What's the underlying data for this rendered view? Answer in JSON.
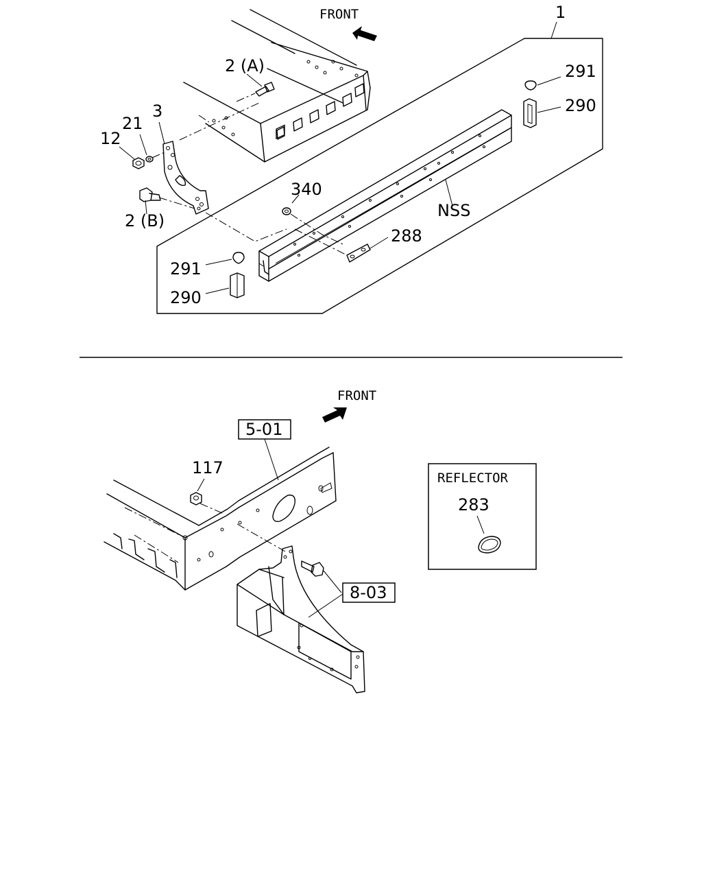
{
  "diagram": {
    "top": {
      "front_label": "FRONT",
      "callouts": {
        "p1": "1",
        "p2a": "2 (A)",
        "p2b": "2 (B)",
        "p3": "3",
        "p12": "12",
        "p21": "21",
        "p291_right": "291",
        "p290_right": "290",
        "p340": "340",
        "nss": "NSS",
        "p288": "288",
        "p291_left": "291",
        "p290_left": "290"
      }
    },
    "bottom": {
      "front_label": "FRONT",
      "ref_501": "5-01",
      "ref_803": "8-03",
      "p117": "117",
      "reflector_title": "REFLECTOR",
      "p283": "283"
    }
  }
}
